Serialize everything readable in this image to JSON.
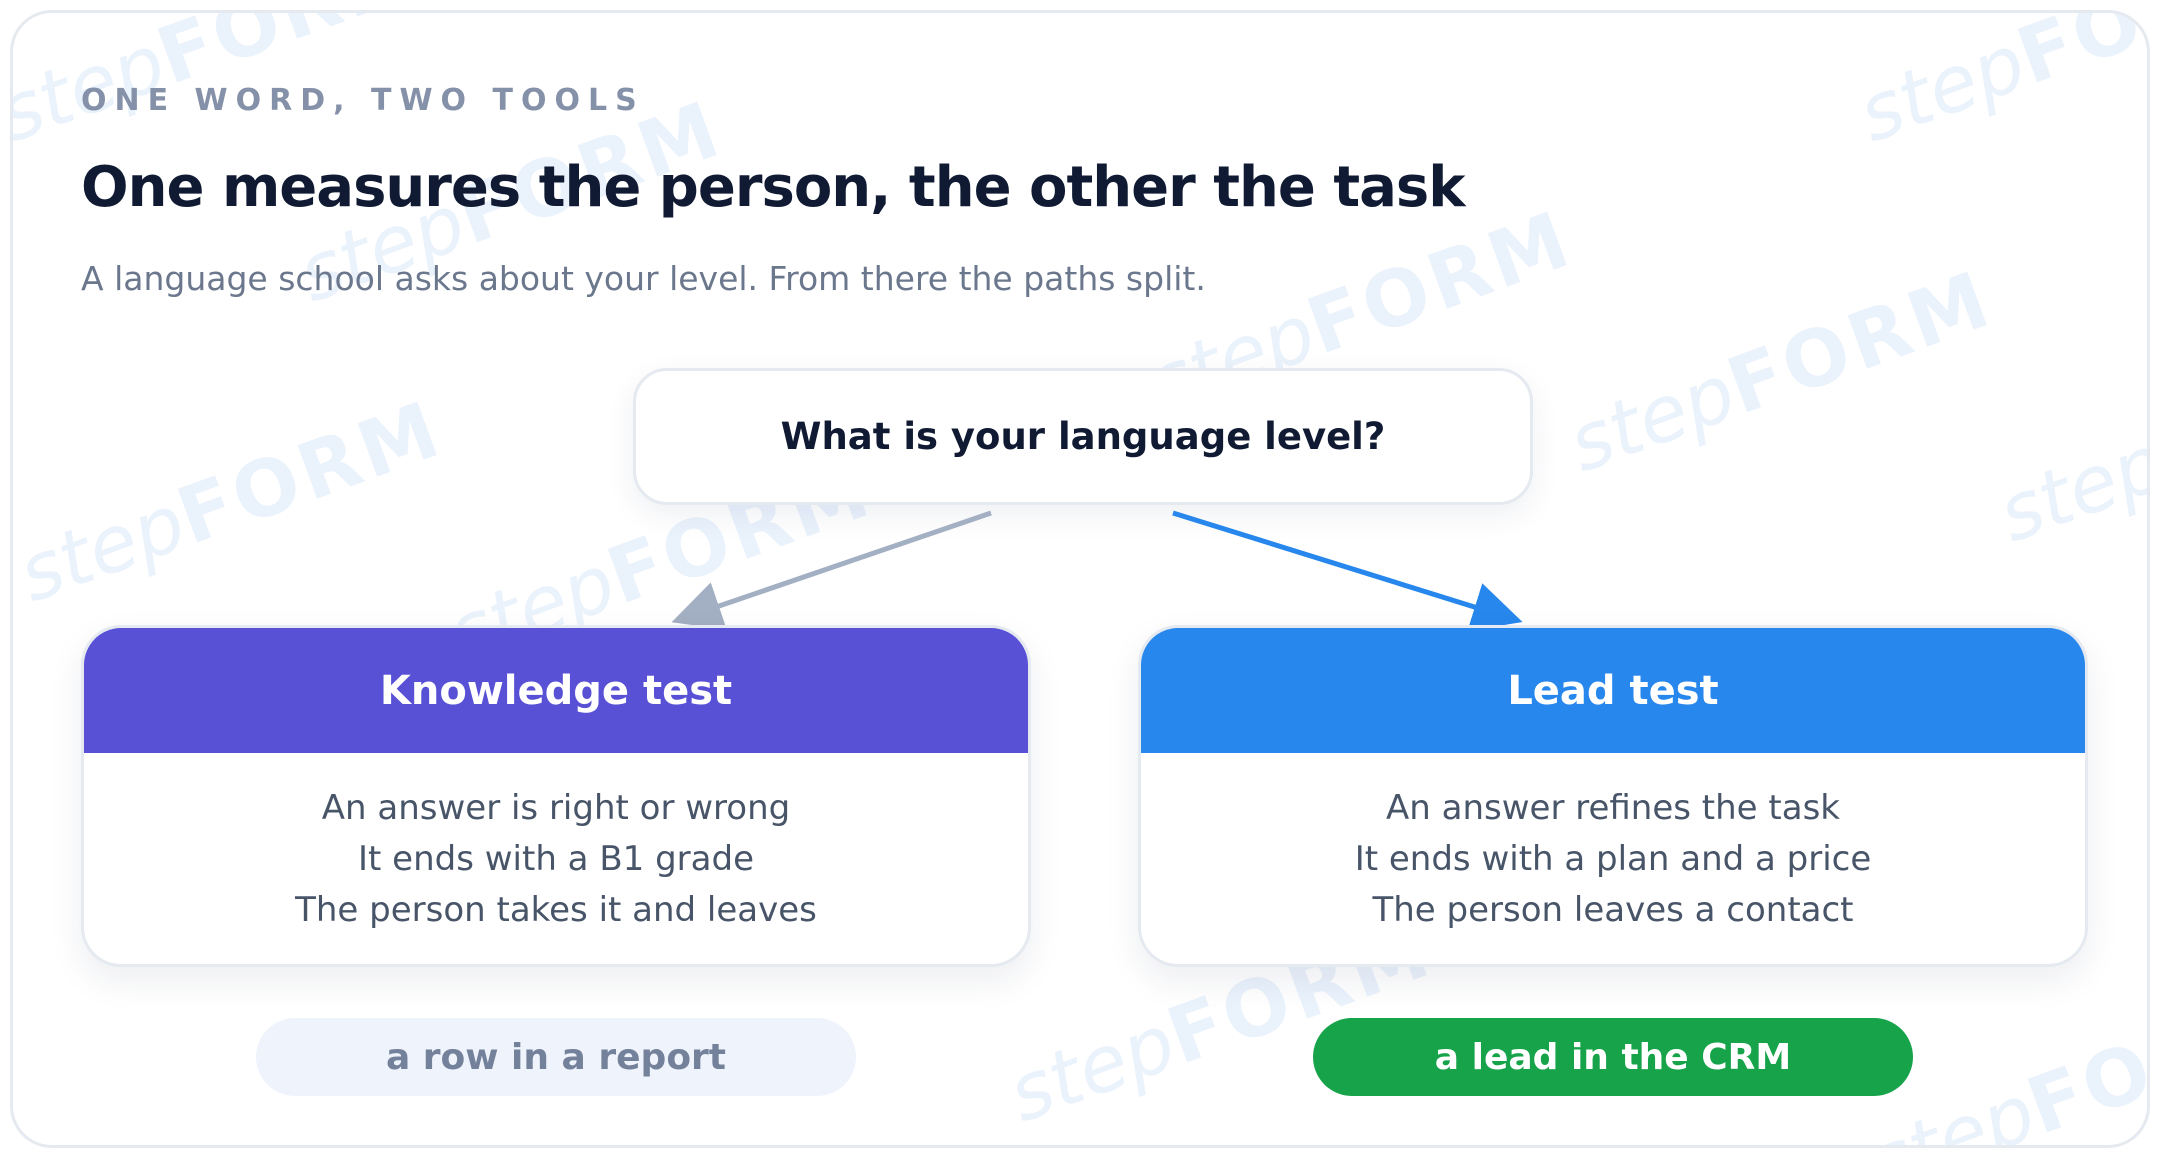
{
  "eyebrow": "ONE WORD, TWO TOOLS",
  "title": "One measures the person, the other the task",
  "subtitle": "A language school asks about your level. From there the paths split.",
  "question": "What is your language level?",
  "branches": [
    {
      "title": "Knowledge test",
      "color": "#5851d6",
      "lines": [
        "An answer is right or wrong",
        "It ends with a B1 grade",
        "The person takes it and leaves"
      ],
      "outcome": "a row in a report"
    },
    {
      "title": "Lead test",
      "color": "#2787ec",
      "lines": [
        "An answer refines the task",
        "It ends with a plan and a price",
        "The person leaves a contact"
      ],
      "outcome": "a lead in the CRM"
    }
  ],
  "watermark": {
    "step": "step",
    "form": "FORM"
  },
  "colors": {
    "arrow_left": "#a3afc2",
    "arrow_right": "#2787ec",
    "outcome_report_bg": "#eef3fc",
    "outcome_crm_bg": "#16a34a"
  }
}
